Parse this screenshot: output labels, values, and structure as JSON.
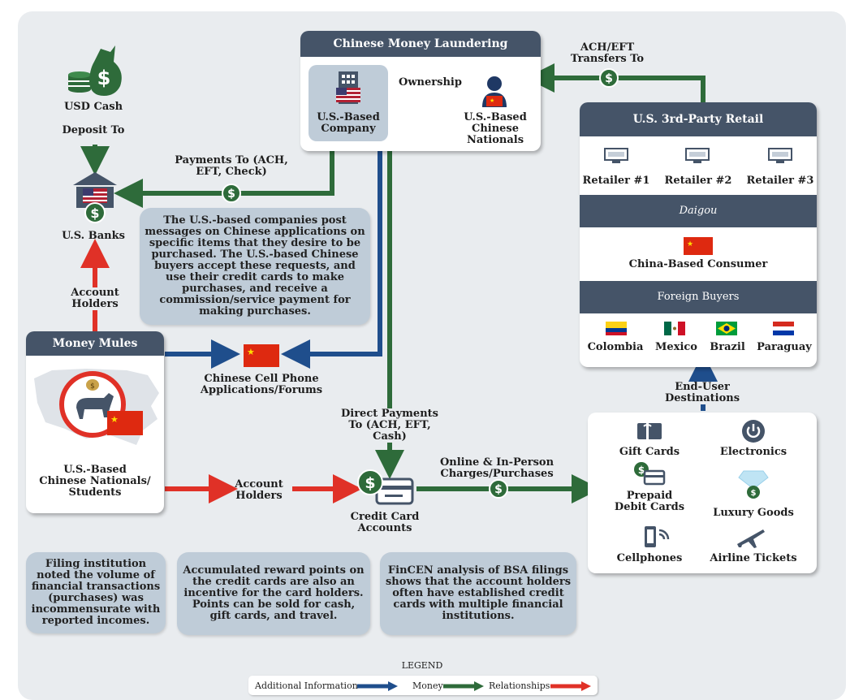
{
  "colors": {
    "additional": "#1f4e8c",
    "money": "#2e6b3a",
    "relationship": "#e03127",
    "panel_header": "#455468",
    "note_bg": "#bfccd8"
  },
  "laundering": {
    "title": "Chinese Money Laundering",
    "company": "U.S.-Based Company",
    "ownership": "Ownership",
    "nationals": "U.S.-Based Chinese Nationals"
  },
  "ach_transfers": "ACH/EFT Transfers To",
  "usd_cash": "USD Cash",
  "deposit_to": "Deposit To",
  "us_banks": "U.S. Banks",
  "payments_to": "Payments To (ACH, EFT, Check)",
  "account_holders_up": "Account Holders",
  "note_companies": "The U.S.-based companies post messages on Chinese applications on specific items that they desire to be purchased. The U.S.-based Chinese buyers accept these requests, and use their credit cards to make purchases, and receive a commission/service payment for making purchases.",
  "retail": {
    "title": "U.S. 3rd-Party Retail",
    "retailers": [
      "Retailer #1",
      "Retailer #2",
      "Retailer #3"
    ],
    "daigou": "Daigou",
    "consumer": "China-Based Consumer",
    "foreign_buyers": "Foreign Buyers",
    "countries": [
      "Colombia",
      "Mexico",
      "Brazil",
      "Paraguay"
    ]
  },
  "mules": {
    "title": "Money Mules",
    "caption": "U.S.-Based Chinese Nationals/ Students"
  },
  "cell_apps": "Chinese Cell Phone Applications/Forums",
  "direct_payments": "Direct Payments To (ACH, EFT, Cash)",
  "end_user": "End-User Destinations",
  "account_holders_right": "Account Holders",
  "online_charges": "Online & In-Person Charges/Purchases",
  "credit_cards": "Credit Card Accounts",
  "destinations": {
    "gift_cards": "Gift Cards",
    "electronics": "Electronics",
    "prepaid": "Prepaid Debit Cards",
    "luxury": "Luxury Goods",
    "cellphones": "Cellphones",
    "airline": "Airline Tickets"
  },
  "notes": {
    "filing": "Filing institution noted the volume of financial transactions (purchases) was incommensurate with reported incomes.",
    "reward": "Accumulated reward points on the credit cards are also an incentive for the card holders. Points can be sold for cash, gift cards, and travel.",
    "fincen": "FinCEN analysis of BSA filings shows that the account holders often have established credit cards with multiple financial institutions."
  },
  "legend": {
    "title": "LEGEND",
    "additional": "Additional Information",
    "money": "Money",
    "relationships": "Relationships"
  }
}
